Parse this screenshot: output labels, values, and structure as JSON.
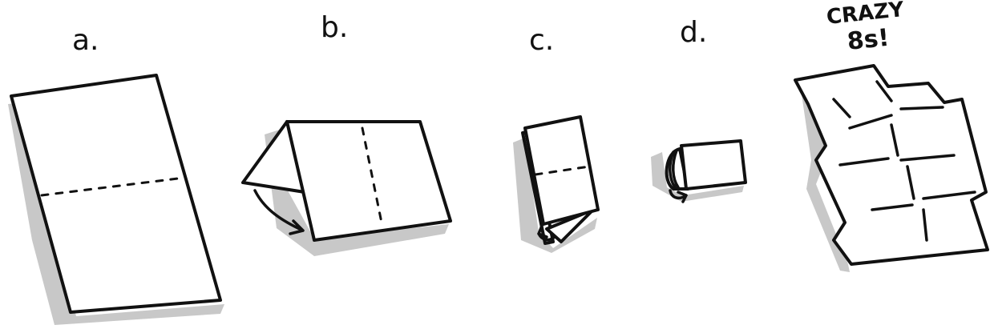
{
  "steps": [
    {
      "id": "a",
      "label": "a."
    },
    {
      "id": "b",
      "label": "b."
    },
    {
      "id": "c",
      "label": "c."
    },
    {
      "id": "d",
      "label": "d."
    }
  ],
  "result": {
    "title_line1": "CRAZY",
    "title_line2": "8s!"
  },
  "colors": {
    "ink": "#111111",
    "shadow": "#c8c8c8",
    "paper": "#ffffff"
  }
}
